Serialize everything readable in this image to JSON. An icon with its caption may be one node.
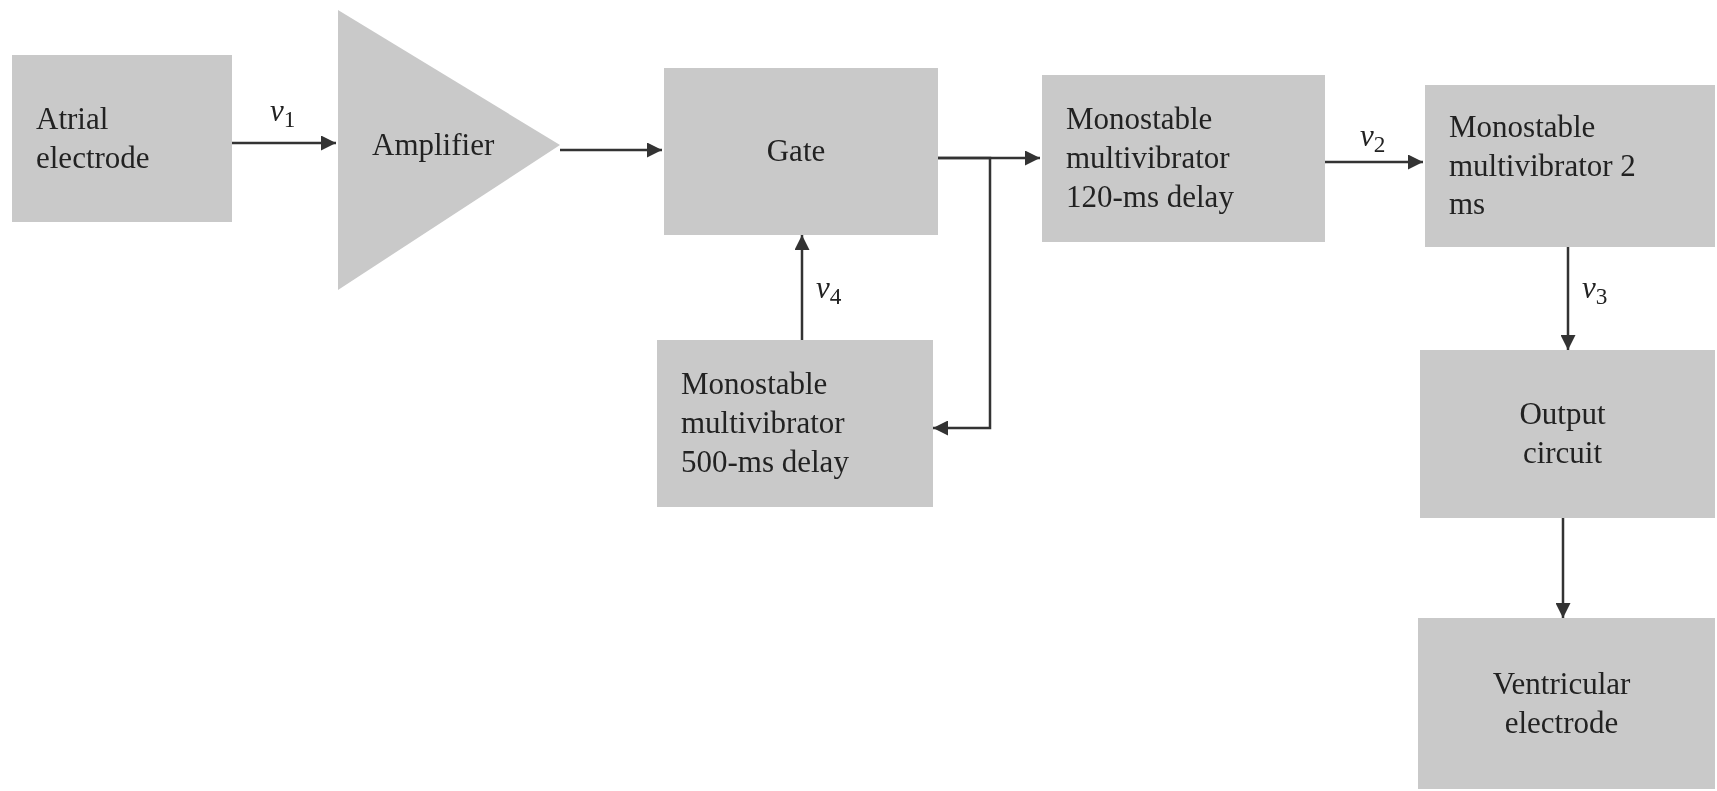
{
  "diagram": {
    "nodes": [
      {
        "text": [
          "Atrial electrode"
        ]
      },
      {
        "text": [
          "Amplifier"
        ]
      },
      {
        "text": [
          "Gate"
        ]
      },
      {
        "text": [
          "Monostable multivibrator 120-ms delay"
        ]
      },
      {
        "text": [
          "Monostable multivibrator 2 ms"
        ]
      },
      {
        "text": [
          "Output circuit"
        ]
      },
      {
        "text": [
          "Ventricular electrode"
        ]
      },
      {
        "text": [
          "Monostable multivibrator 500-ms delay"
        ]
      }
    ],
    "edges": [
      {
        "from": 0,
        "to": 1,
        "arrow": "to",
        "label": "*v*$_{1}$"
      },
      {
        "from": 1,
        "to": 2,
        "arrow": "to"
      },
      {
        "from": 2,
        "to": 3,
        "arrow": "to"
      },
      {
        "from": 2,
        "to": 7,
        "arrow": "to"
      },
      {
        "from": 7,
        "to": 2,
        "arrow": "to",
        "label": "*v*$_{4}$"
      },
      {
        "from": 3,
        "to": 4,
        "arrow": "to",
        "label": "*v*$_{2}$"
      },
      {
        "from": 4,
        "to": 5,
        "arrow": "to",
        "label": "*v*$_{3}$"
      },
      {
        "from": 5,
        "to": 6,
        "arrow": "to"
      }
    ]
  }
}
